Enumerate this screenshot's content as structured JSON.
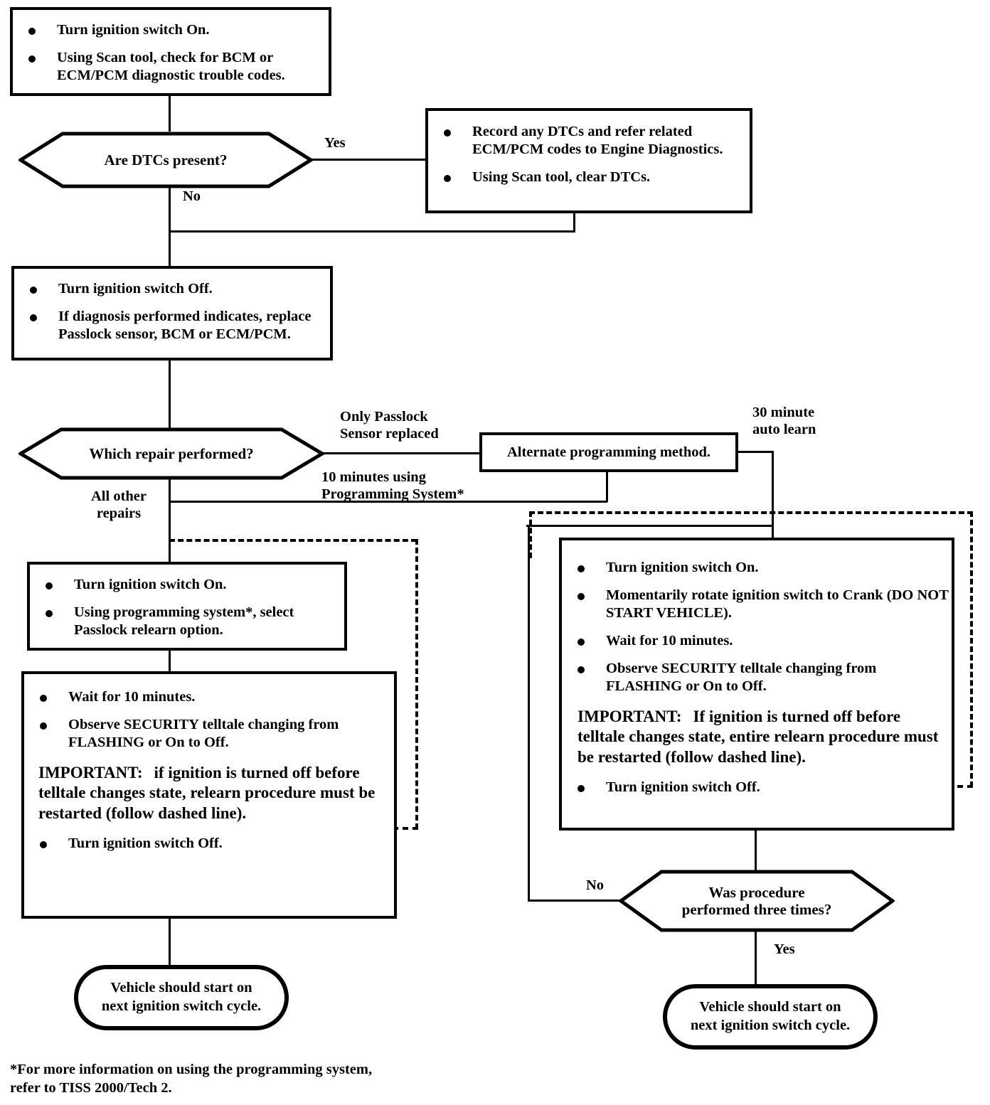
{
  "diagram": {
    "title": "Passlock Relearn Procedure Flowchart",
    "nodes": {
      "start_check": {
        "items": [
          "Turn ignition switch On.",
          "Using Scan tool, check for BCM or ECM/PCM diagnostic trouble codes."
        ]
      },
      "dtc_decision": {
        "text": "Are DTCs present?"
      },
      "record_dtcs": {
        "items": [
          "Record any DTCs and refer related ECM/PCM codes to Engine Diagnostics.",
          "Using Scan tool, clear DTCs."
        ]
      },
      "turn_off_replace": {
        "items": [
          "Turn ignition switch Off.",
          "If diagnosis performed indicates, replace Passlock sensor, BCM or ECM/PCM."
        ]
      },
      "repair_decision": {
        "text": "Which repair performed?"
      },
      "alternate_method": {
        "text": "Alternate programming method."
      },
      "left_step1": {
        "items": [
          "Turn ignition switch On.",
          "Using programming system*, select Passlock relearn option."
        ]
      },
      "left_step2": {
        "items_top": [
          "Wait for 10 minutes.",
          "Observe SECURITY telltale changing from FLASHING or On to Off."
        ],
        "important_heading": "IMPORTANT:",
        "important_body": "if ignition is turned off before telltale changes state, relearn procedure must be restarted (follow dashed line).",
        "items_bottom": [
          "Turn ignition switch Off."
        ]
      },
      "right_step1": {
        "items_top": [
          "Turn ignition switch On.",
          "Momentarily rotate ignition switch to Crank (DO NOT START VEHICLE).",
          "Wait for 10 minutes.",
          "Observe SECURITY telltale changing from FLASHING or On to Off."
        ],
        "important_heading": "IMPORTANT:",
        "important_body": "If ignition is turned off before telltale changes state, entire relearn procedure must be restarted (follow dashed line).",
        "items_bottom": [
          "Turn ignition switch Off."
        ]
      },
      "three_times_decision": {
        "text": "Was procedure\nperformed three times?"
      },
      "terminal_left": {
        "text": "Vehicle should start on\nnext ignition switch cycle."
      },
      "terminal_right": {
        "text": "Vehicle should start on\nnext ignition switch cycle."
      }
    },
    "edge_labels": {
      "dtc_yes": "Yes",
      "dtc_no": "No",
      "repair_passlock_only": "Only Passlock\nSensor replaced",
      "repair_ten_minutes": "10 minutes using\nProgramming System*",
      "repair_all_other": "All other\nrepairs",
      "auto_learn": "30 minute\nauto learn",
      "three_times_no": "No",
      "three_times_yes": "Yes"
    },
    "footnote": "*For more information on using the programming system,\nrefer to TISS 2000/Tech 2."
  }
}
